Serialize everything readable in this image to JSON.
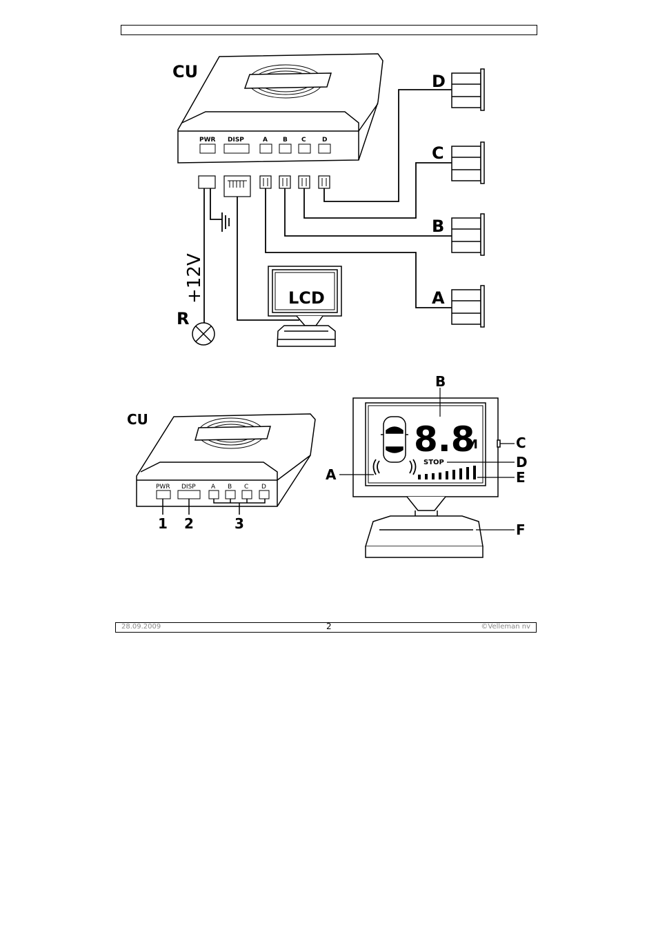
{
  "footer": {
    "date": "28.09.2009",
    "page": "2",
    "copyright": "©Velleman nv"
  },
  "wiring_diagram": {
    "cu_label": "CU",
    "ports": [
      "PWR",
      "DISP",
      "A",
      "B",
      "C",
      "D"
    ],
    "sensors": [
      "D",
      "C",
      "B",
      "A"
    ],
    "voltage_label": "+12V",
    "r_label": "R",
    "lcd_label": "LCD"
  },
  "parts_diagram": {
    "cu_label": "CU",
    "ports": [
      "PWR",
      "DISP",
      "A",
      "B",
      "C",
      "D"
    ],
    "numbers": [
      "1",
      "2",
      "3"
    ],
    "display_labels": [
      "A",
      "B",
      "C",
      "D",
      "E",
      "F"
    ],
    "display_value": "8.8",
    "display_unit": "M",
    "stop_text": "STOP"
  }
}
